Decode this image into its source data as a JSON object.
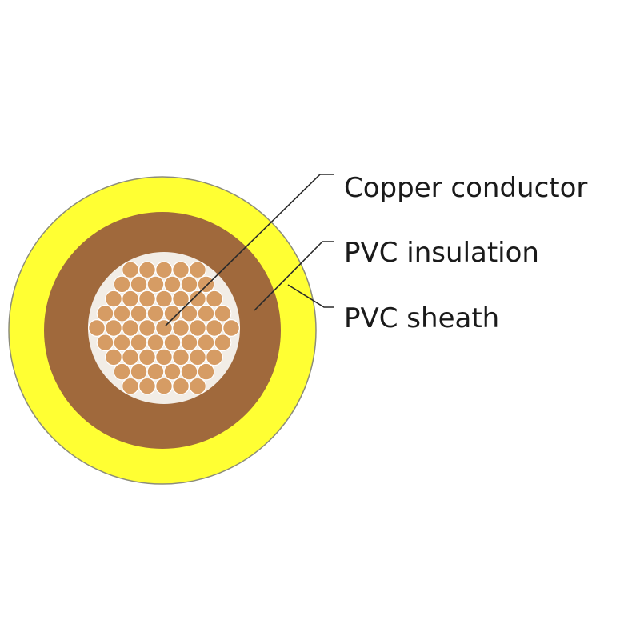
{
  "labels": {
    "copper_conductor": "Copper conductor",
    "pvc_insulation": "PVC insulation",
    "pvc_sheath": "PVC sheath"
  },
  "colors": {
    "sheath": "#ffff33",
    "sheath_stroke": "#8c8c7a",
    "insulation": "#a0693c",
    "strand": "#d69c64",
    "strand_stroke": "#ffffff",
    "leader": "#2a2a2a"
  }
}
